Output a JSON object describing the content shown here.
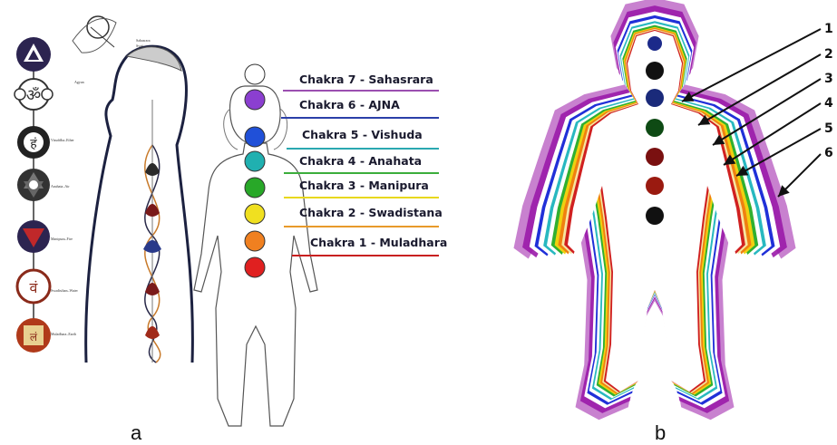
{
  "panel_a": {
    "caption": "a",
    "chakras": [
      {
        "label": "Chakra 7 - Sahasrara",
        "color": "#ffffff",
        "line_color": "#9b4fb0"
      },
      {
        "label": "Chakra 6 - AJNA",
        "color": "#8b3fd0",
        "line_color": "#2a3fa8"
      },
      {
        "label": "Chakra 5 - Vishuda",
        "color": "#2050d8",
        "line_color": "#2aa8b0"
      },
      {
        "label": "Chakra 4 - Anahata",
        "color": "#20b0b0",
        "line_color": "#3cae3c"
      },
      {
        "label": "Chakra 3 - Manipura",
        "color": "#28a828",
        "line_color": "#e8d81a"
      },
      {
        "label": "Chakra 2 - Swadistana",
        "color": "#f0e020",
        "line_color": "#e89a2a"
      },
      {
        "label": "Chakra 1 - Muladhara",
        "color": "#f08020",
        "line_color": "#c82020"
      }
    ],
    "root_color": "#e02020",
    "symbol_labels": [
      "Agyan",
      "Visuddha–Ether",
      "Anahata–Air",
      "Manipura–Fire",
      "Swadisthan–Water",
      "Muladhara–Earth"
    ],
    "crown_labels": [
      "Sahasrara",
      "Syati"
    ]
  },
  "panel_b": {
    "caption": "b",
    "aura_numbers": [
      "1",
      "2",
      "3",
      "4",
      "5",
      "6"
    ],
    "aura_colors": [
      "#9a1aa8",
      "#2030d8",
      "#28b8c0",
      "#30b030",
      "#f0d010",
      "#f08010",
      "#d02020"
    ],
    "dot_colors": [
      "#1c2a8a",
      "#111111",
      "#1a2a7a",
      "#0e4a14",
      "#7a1010",
      "#9a1a10",
      "#111111"
    ]
  }
}
